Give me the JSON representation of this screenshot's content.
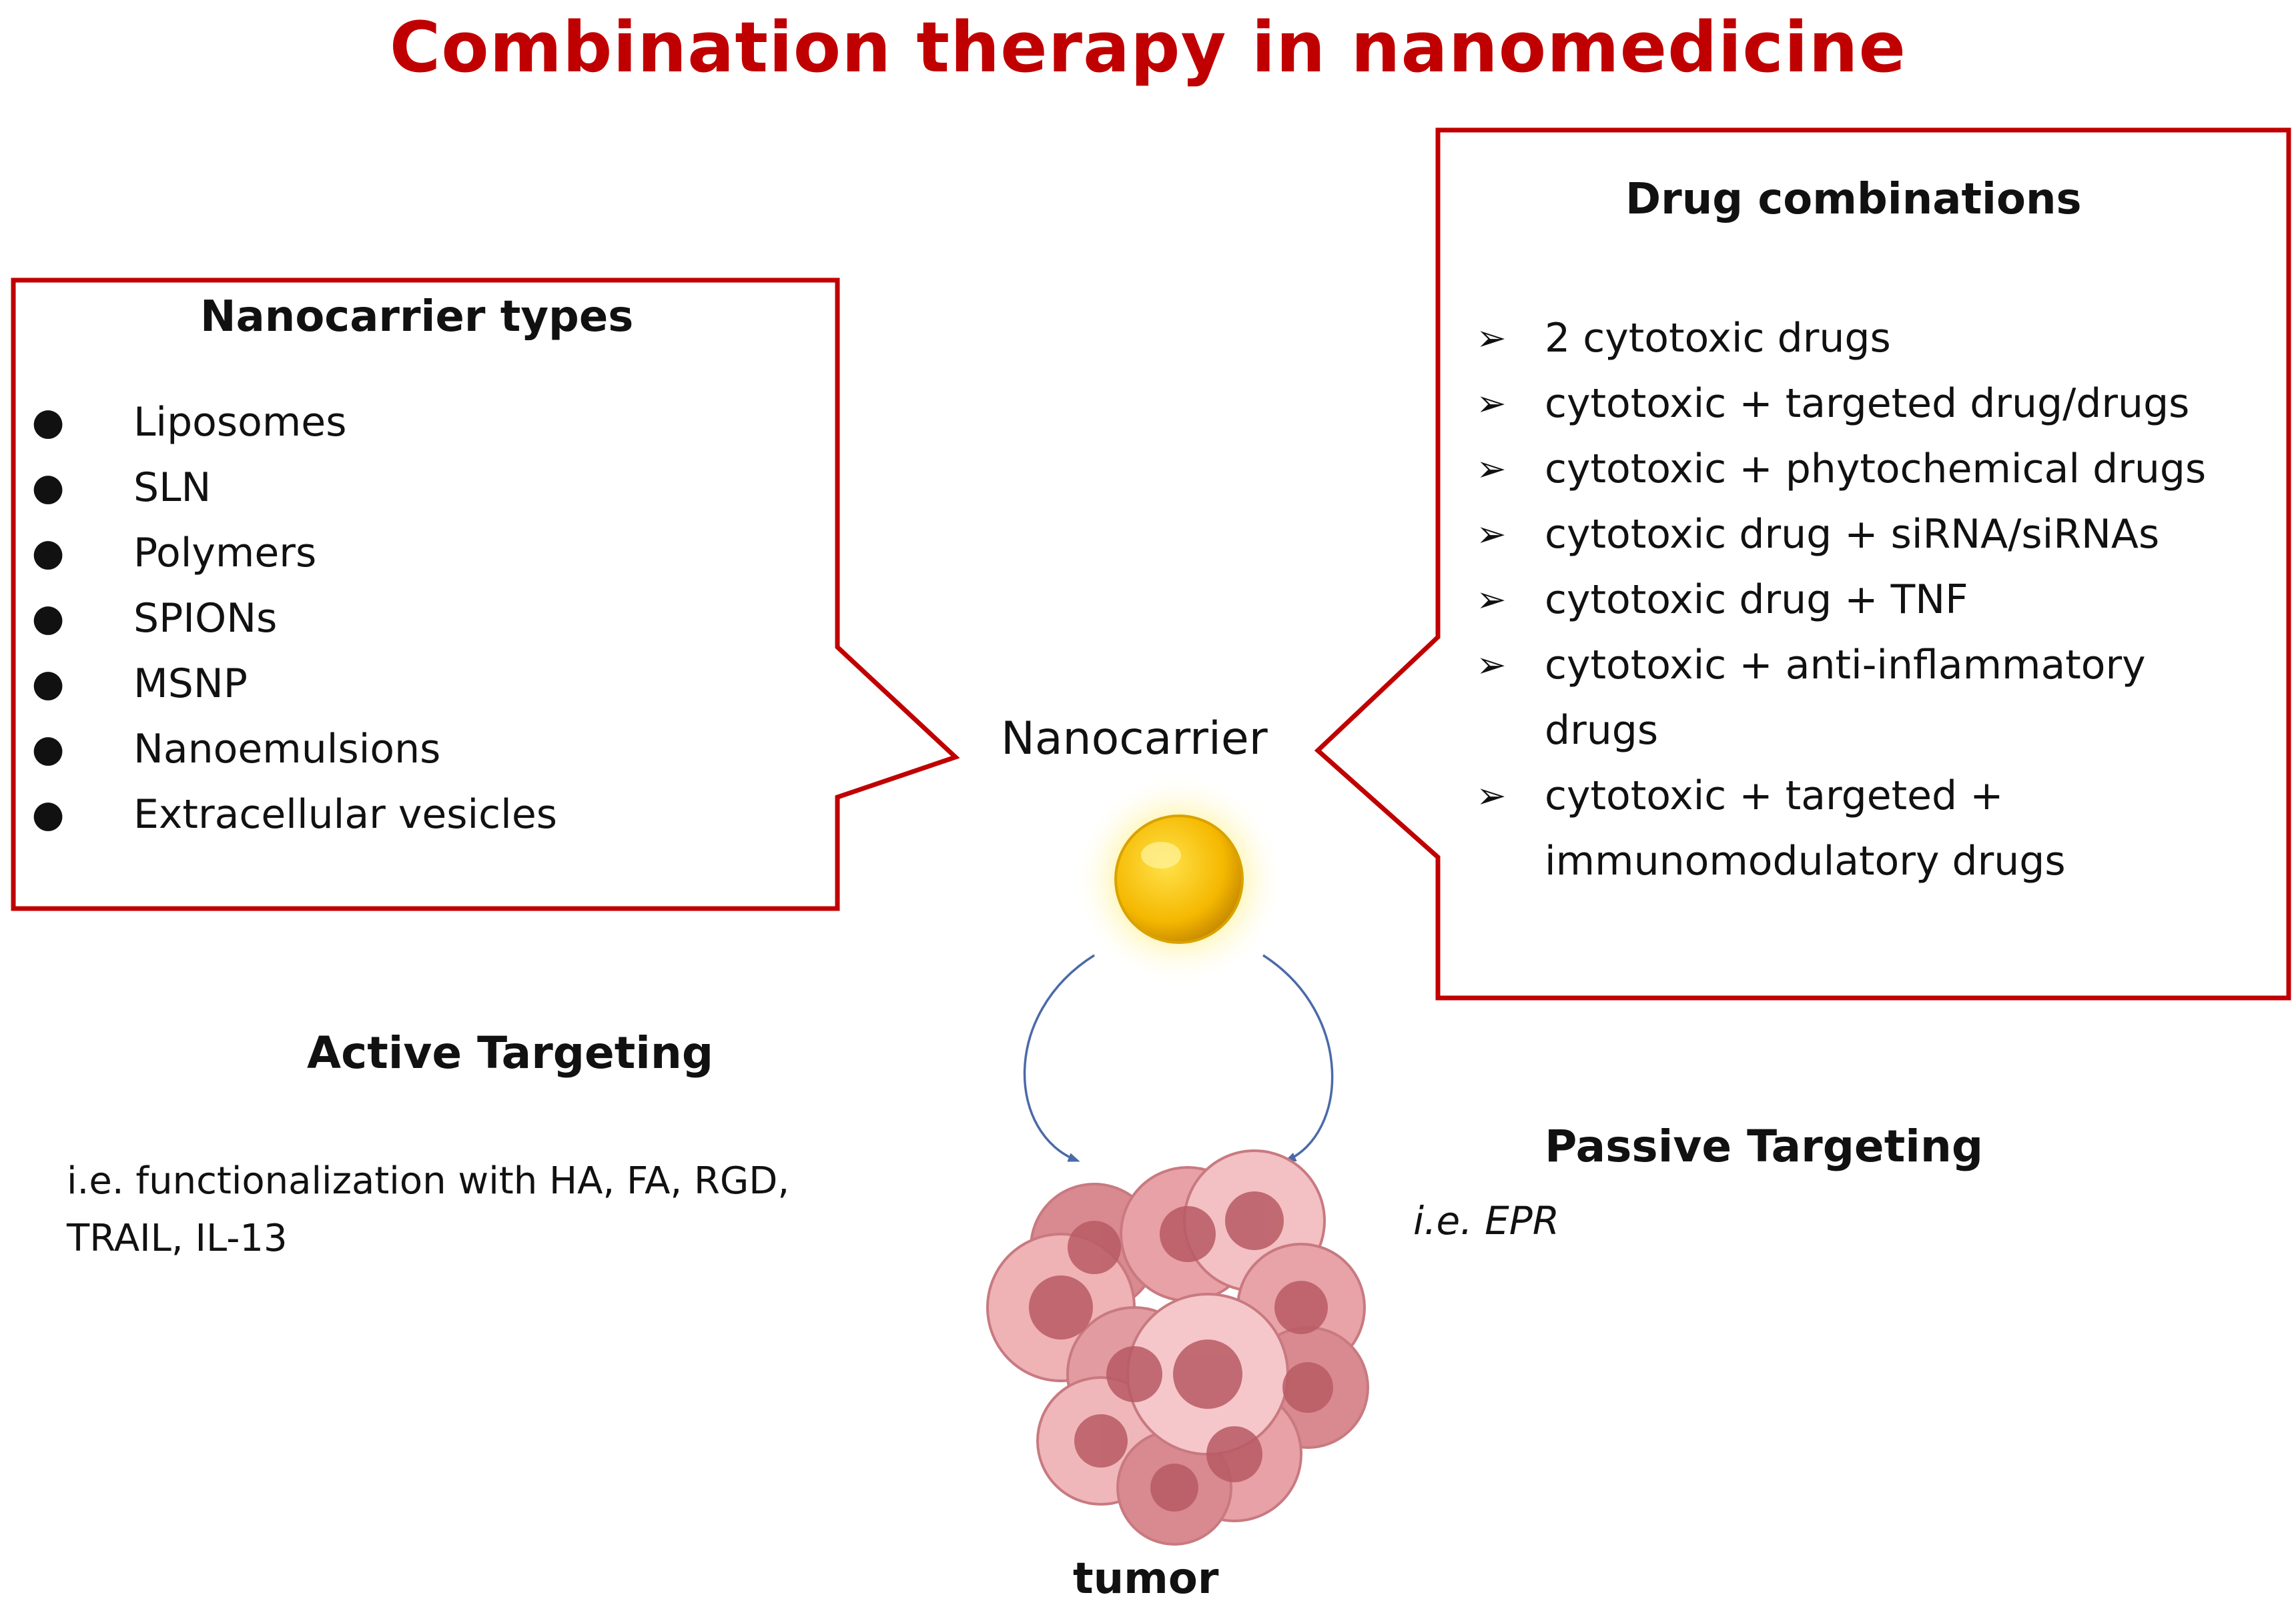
{
  "title": "Combination therapy in nanomedicine",
  "nanocarrier_types": {
    "heading": "Nanocarrier types",
    "items": [
      "Liposomes",
      "SLN",
      "Polymers",
      "SPIONs",
      "MSNP",
      "Nanoemulsions",
      "Extracellular vesicles"
    ]
  },
  "drug_combinations": {
    "heading": "Drug combinations",
    "items": [
      "2 cytotoxic drugs",
      "cytotoxic +  targeted drug/drugs",
      "cytotoxic + phytochemical drugs",
      "cytotoxic drug + siRNA/siRNAs",
      "cytotoxic  drug + TNF",
      "cytotoxic + anti-inflammatory drugs",
      "cytotoxic + targeted + immunomodulatory drugs"
    ]
  },
  "center": {
    "nanocarrier_label": "Nanocarrier",
    "tumor_label": "tumor"
  },
  "active_targeting": {
    "title": "Active Targeting",
    "description": "i.e. functionalization with  HA, FA, RGD, TRAIL, IL-13"
  },
  "passive_targeting": {
    "title": "Passive Targeting",
    "description": "i.e. EPR"
  },
  "colors": {
    "title": "#c00000",
    "box_border": "#c00000",
    "nanoparticle": "#f5b800",
    "arrow": "#4a6aa8",
    "tumor_cell": "#e6959a",
    "tumor_nucleus": "#b85a64"
  },
  "icons": {
    "nano_bullet": "bullet-icon",
    "drug_bullet": "arrowhead-bullet-icon"
  }
}
